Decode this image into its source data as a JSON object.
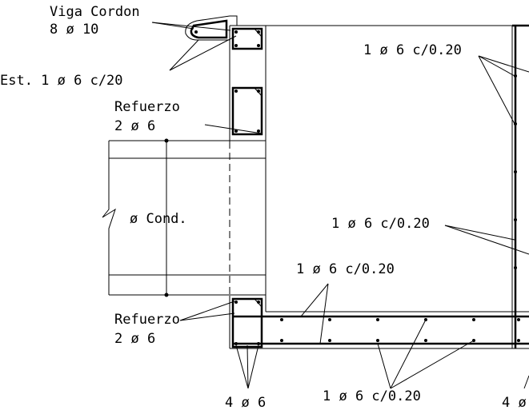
{
  "labels": {
    "viga_line1": "Viga Cordon",
    "viga_line2": "8 ø 10",
    "estribo": "Est. 1 ø 6 c/20",
    "refuerzo_top_line1": "Refuerzo",
    "refuerzo_top_line2": "2 ø 6",
    "rebar_right_top": "1 ø 6 c/0.20",
    "pipe": "ø Cond.",
    "rebar_right_mid": "1 ø 6 c/0.20",
    "rebar_floor_top": "1 ø 6 c/0.20",
    "refuerzo_bottom_line1": "Refuerzo",
    "refuerzo_bottom_line2": "2 ø 6",
    "bottom_left_bars": "4 ø 6",
    "bottom_mid_bars": "1 ø 6 c/0.20",
    "bottom_right_bars": "4 ø"
  },
  "colors": {
    "ink": "#000000",
    "background": "#ffffff"
  }
}
